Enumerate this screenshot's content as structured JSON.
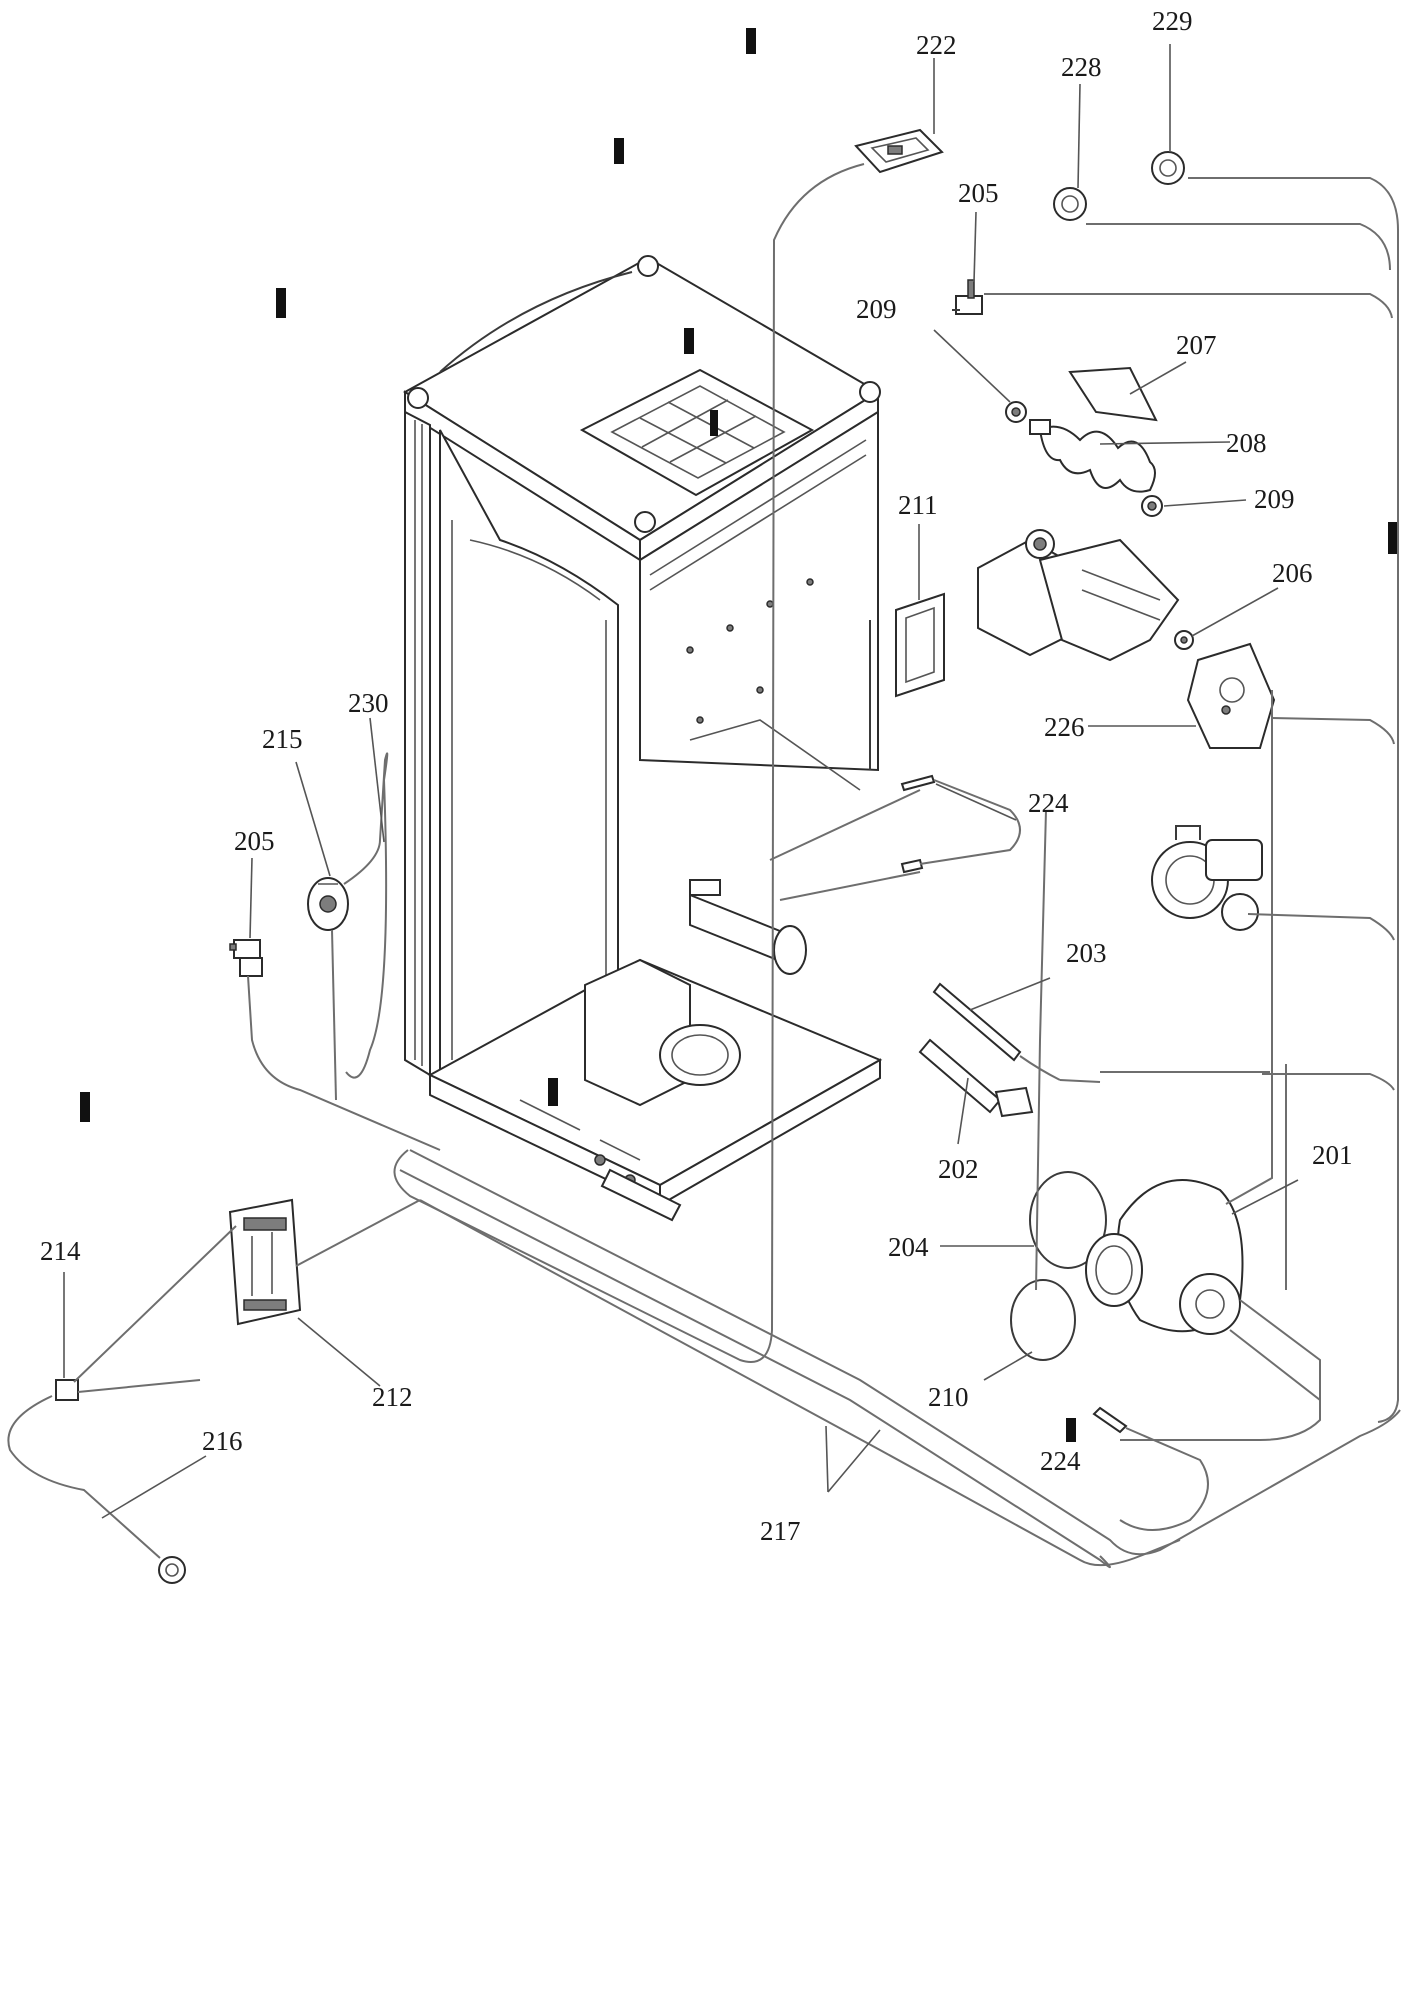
{
  "diagram": {
    "labels": [
      {
        "key": "l222",
        "text": "222"
      },
      {
        "key": "l228",
        "text": "228"
      },
      {
        "key": "l229",
        "text": "229"
      },
      {
        "key": "l205a",
        "text": "205"
      },
      {
        "key": "l209a",
        "text": "209"
      },
      {
        "key": "l207",
        "text": "207"
      },
      {
        "key": "l208",
        "text": "208"
      },
      {
        "key": "l209b",
        "text": "209"
      },
      {
        "key": "l211",
        "text": "211"
      },
      {
        "key": "l206",
        "text": "206"
      },
      {
        "key": "l226",
        "text": "226"
      },
      {
        "key": "l224a",
        "text": "224"
      },
      {
        "key": "l230",
        "text": "230"
      },
      {
        "key": "l215",
        "text": "215"
      },
      {
        "key": "l205b",
        "text": "205"
      },
      {
        "key": "l203",
        "text": "203"
      },
      {
        "key": "l202",
        "text": "202"
      },
      {
        "key": "l201",
        "text": "201"
      },
      {
        "key": "l204",
        "text": "204"
      },
      {
        "key": "l214",
        "text": "214"
      },
      {
        "key": "l212",
        "text": "212"
      },
      {
        "key": "l210",
        "text": "210"
      },
      {
        "key": "l216",
        "text": "216"
      },
      {
        "key": "l224b",
        "text": "224"
      },
      {
        "key": "l217",
        "text": "217"
      }
    ]
  }
}
